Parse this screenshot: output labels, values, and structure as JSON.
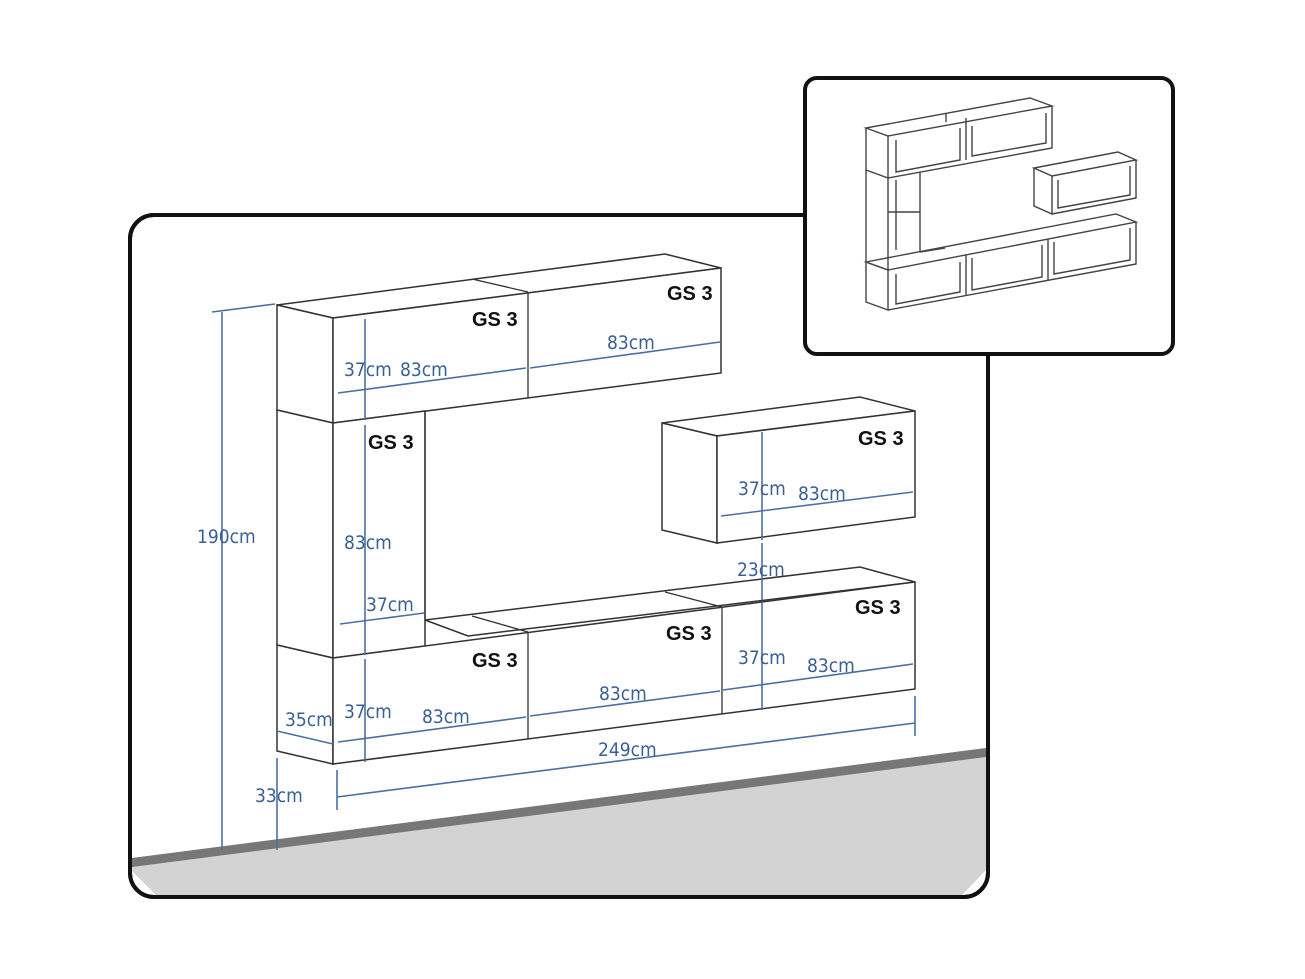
{
  "unit_labels": [
    "GS 3",
    "GS 3",
    "GS 3",
    "GS 3",
    "GS 3",
    "GS 3",
    "GS 3"
  ],
  "dimensions": {
    "total_height": "190cm",
    "floor_gap": "33cm",
    "depth": "35cm",
    "total_width": "249cm",
    "top_left_height": "37cm",
    "top_left_width": "83cm",
    "top_right_width": "83cm",
    "vertical_height": "83cm",
    "vertical_width": "37cm",
    "floating_height": "37cm",
    "floating_width": "83cm",
    "gap_between": "23cm",
    "right_bottom_height": "37cm",
    "right_bottom_width": "83cm",
    "bottom_left_height": "37cm",
    "bottom_left_width": "83cm",
    "bottom_middle_width": "83cm"
  },
  "colors": {
    "dimension": "#3a5f93",
    "floor": "#d3d3d3",
    "outline": "#111111"
  }
}
